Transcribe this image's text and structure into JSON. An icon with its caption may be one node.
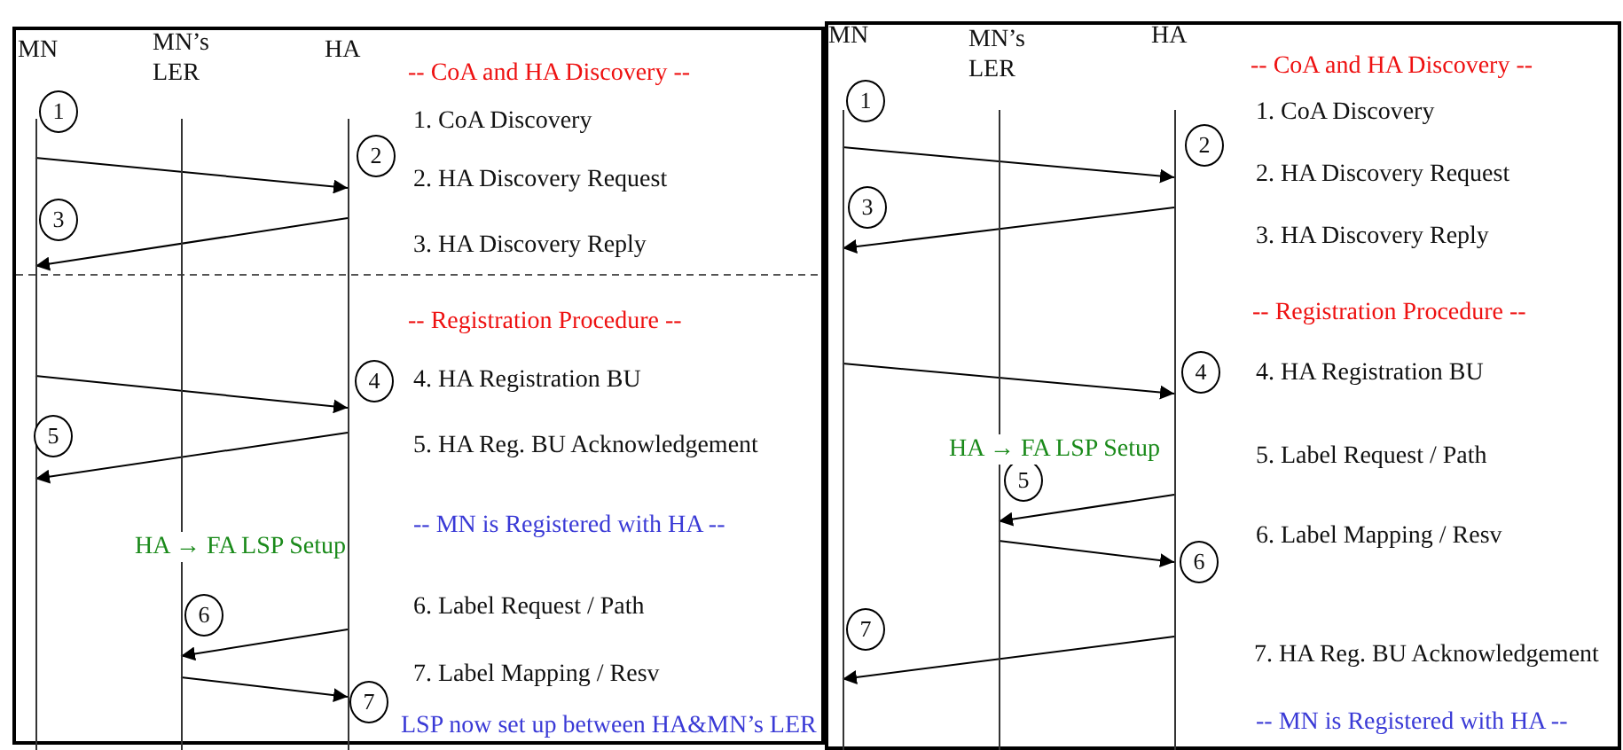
{
  "diagram": {
    "nodes": [
      {
        "text": [
          "MN"
        ]
      },
      {
        "text": [
          "MN’s LER"
        ]
      },
      {
        "text": [
          "HA"
        ]
      },
      {
        "text": [
          "1"
        ]
      },
      {
        "text": [
          "2"
        ]
      },
      {
        "text": [
          "3"
        ]
      },
      {
        "text": [
          "4"
        ]
      },
      {
        "text": [
          "5"
        ]
      },
      {
        "text": [
          "6"
        ]
      },
      {
        "text": [
          "7"
        ]
      },
      {
        "text": [
          "MN"
        ]
      },
      {
        "text": [
          "MN’s LER"
        ]
      },
      {
        "text": [
          "HA"
        ]
      },
      {
        "text": [
          "1"
        ]
      },
      {
        "text": [
          "2"
        ]
      },
      {
        "text": [
          "3"
        ]
      },
      {
        "text": [
          "4"
        ]
      },
      {
        "text": [
          "5"
        ]
      },
      {
        "text": [
          "6"
        ]
      },
      {
        "text": [
          "7"
        ]
      }
    ],
    "edges": [
      {
        "from": 0,
        "to": 2,
        "arrow": "to"
      },
      {
        "from": 2,
        "to": 0,
        "arrow": "to"
      },
      {
        "from": 0,
        "to": 2,
        "arrow": "to"
      },
      {
        "from": 2,
        "to": 0,
        "arrow": "to"
      },
      {
        "from": 2,
        "to": 1,
        "arrow": "to"
      },
      {
        "from": 1,
        "to": 2,
        "arrow": "to"
      },
      {
        "from": 10,
        "to": 12,
        "arrow": "to"
      },
      {
        "from": 12,
        "to": 10,
        "arrow": "to"
      },
      {
        "from": 10,
        "to": 12,
        "arrow": "to"
      },
      {
        "from": 12,
        "to": 11,
        "arrow": "to"
      },
      {
        "from": 11,
        "to": 12,
        "arrow": "to"
      },
      {
        "from": 12,
        "to": 10,
        "arrow": "to"
      }
    ],
    "labels": [
      "-- CoA and HA Discovery --",
      "1. CoA Discovery",
      "2. HA Discovery Request",
      "3. HA Discovery Reply",
      "-- Registration Procedure --",
      "4. HA Registration BU",
      "5. HA Reg. BU Acknowledgement",
      "HA → FA LSP Setup",
      "-- MN is Registered with HA --",
      "6. Label Request / Path",
      "7. Label Mapping / Resv",
      "LSP now set up between HA&MN’s LER",
      "-- CoA and HA Discovery --",
      "1. CoA Discovery",
      "2. HA Discovery Request",
      "3. HA Discovery Reply",
      "-- Registration Procedure --",
      "4. HA Registration BU",
      "HA → FA LSP Setup",
      "5. Label Request / Path",
      "6. Label Mapping / Resv",
      "7. HA Reg. BU Acknowledgement",
      "-- MN is Registered with HA --"
    ]
  }
}
